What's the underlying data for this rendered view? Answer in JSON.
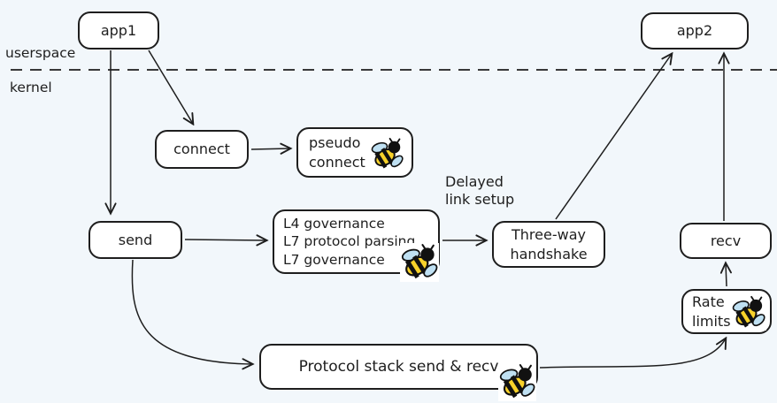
{
  "canvas": {
    "background_color": "#f2f7fb",
    "stroke_color": "#1e1e1e",
    "node_fill_color": "#ffffff"
  },
  "region_labels": {
    "userspace": "userspace",
    "kernel": "kernel"
  },
  "annotations": {
    "delayed_link_setup": "Delayed\nlink setup"
  },
  "nodes": {
    "app1": {
      "label": "app1"
    },
    "app2": {
      "label": "app2"
    },
    "connect": {
      "label": "connect"
    },
    "pseudo_connect": {
      "label": "pseudo\nconnect",
      "has_ebpf_bee": true
    },
    "send": {
      "label": "send"
    },
    "governance": {
      "label": "L4 governance\nL7 protocol parsing\nL7 governance",
      "has_ebpf_bee": true
    },
    "three_way_handshake": {
      "label": "Three-way\nhandshake"
    },
    "recv": {
      "label": "recv"
    },
    "rate_limits": {
      "label": "Rate\nlimits",
      "has_ebpf_bee": true
    },
    "protocol_stack": {
      "label": "Protocol stack send & recv",
      "has_ebpf_bee": true
    }
  },
  "edges": [
    {
      "from": "app1",
      "to": "send"
    },
    {
      "from": "app1",
      "to": "connect"
    },
    {
      "from": "connect",
      "to": "pseudo_connect"
    },
    {
      "from": "send",
      "to": "governance"
    },
    {
      "from": "governance",
      "to": "three_way_handshake"
    },
    {
      "from": "three_way_handshake",
      "to": "app2"
    },
    {
      "from": "send",
      "to": "protocol_stack"
    },
    {
      "from": "protocol_stack",
      "to": "rate_limits"
    },
    {
      "from": "rate_limits",
      "to": "recv"
    },
    {
      "from": "recv",
      "to": "app2"
    }
  ],
  "icons": {
    "ebpf_bee": {
      "body_color": "#f8d22a",
      "wing_color": "#bfe0f2",
      "outline_color": "#111111"
    }
  }
}
